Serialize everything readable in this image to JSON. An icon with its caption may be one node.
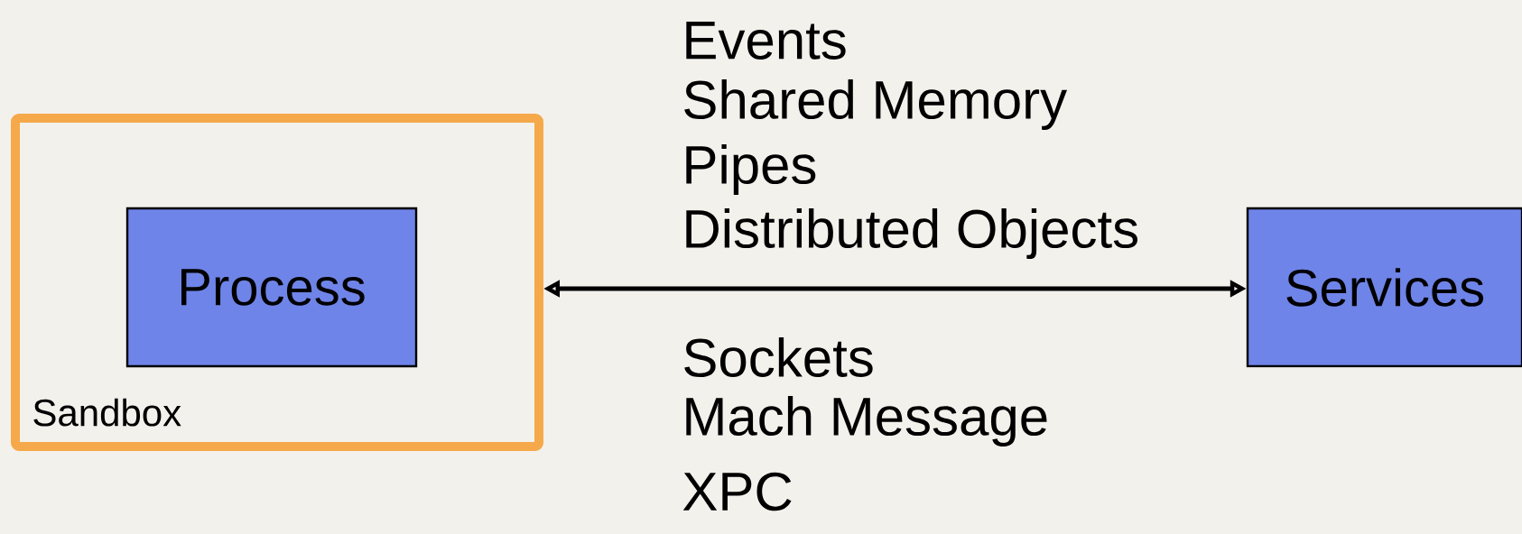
{
  "diagram": {
    "nodes": [
      {
        "text": [
          "Sandbox"
        ]
      },
      {
        "text": [
          "Process"
        ],
        "in": 0
      },
      {
        "text": [
          "Services"
        ]
      }
    ],
    "edges": [
      {
        "from": 0,
        "to": 2,
        "arrow": "both"
      }
    ],
    "labels": [
      "Events",
      "Shared Memory",
      "Pipes",
      "Distributed Objects",
      "Sockets",
      "Mach Message",
      "XPC"
    ]
  }
}
